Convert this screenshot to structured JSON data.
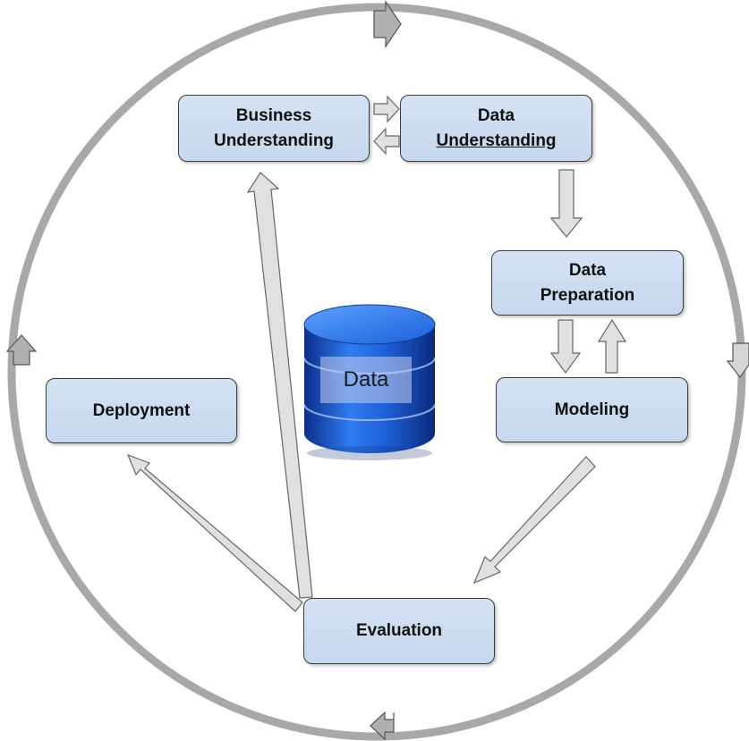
{
  "nodes": {
    "business_understanding": {
      "line1": "Business",
      "line2": "Understanding"
    },
    "data_understanding": {
      "line1": "Data",
      "line2": "Understanding"
    },
    "data_preparation": {
      "line1": "Data",
      "line2": "Preparation"
    },
    "modeling": {
      "label": "Modeling"
    },
    "evaluation": {
      "label": "Evaluation"
    },
    "deployment": {
      "label": "Deployment"
    }
  },
  "database": {
    "label": "Data"
  },
  "colors": {
    "node_fill": "#c6d8ee",
    "node_border": "#3a3a3a",
    "arrow_fill": "#e0e0e0",
    "outer_cycle": "#a6a6a6",
    "database_blue": "#1a5fd6"
  }
}
